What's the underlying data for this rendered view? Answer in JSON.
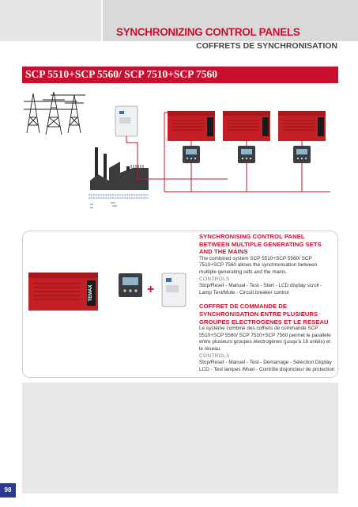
{
  "header": {
    "title": "SYNCHRONIZING CONTROL PANELS",
    "subtitle": "COFFRETS DE SYNCHRONISATION"
  },
  "model": {
    "title": "SCP 5510+SCP 5560/ SCP 7510+SCP 7560"
  },
  "brand": "TEMAX",
  "plus_sign": "+",
  "english": {
    "heading": "SYNCHRONISING CONTROL PANEL BETWEEN MULTIPLE GENERATING SETS AND THE MAINS",
    "body": "The combined system SCP 5510+SCP 5560/ SCP 7510+SCP 7560 allows the synchronisation between multiple generating sets and the mains.",
    "controls_label": "CONTROLS",
    "controls_text": "Stop/Reset - Manual - Test - Start - LCD display scroll - Lamp Test/Mute - Circuit breaker control"
  },
  "french": {
    "heading": "COFFRET DE COMMANDE DE SYNCHRONISATION ENTRE PLUSIEURS GROUPES ELECTROGENES ET LE RESEAU",
    "body": "Le système combiné des coffrets de commande SCP 5510+SCP 5560/ SCP 7510+SCP 7560 permet le parallèle entre plusieurs groupes électrogènes (jusqu'à 16 unités) et le réseau.",
    "controls_label": "CONTROLS",
    "controls_text": "Stop/Reset - Manuel - Test - Démarrage - Sélection Display LCD - Test lampes /Muet - Contrôle disjoncteur de protection"
  },
  "page_number": "98",
  "colors": {
    "accent_red": "#c8102e",
    "genset_red": "#c41f24",
    "page_badge": "#2b3a8c",
    "wire": "#c8102e",
    "panel_gray": "#3a3d42"
  }
}
